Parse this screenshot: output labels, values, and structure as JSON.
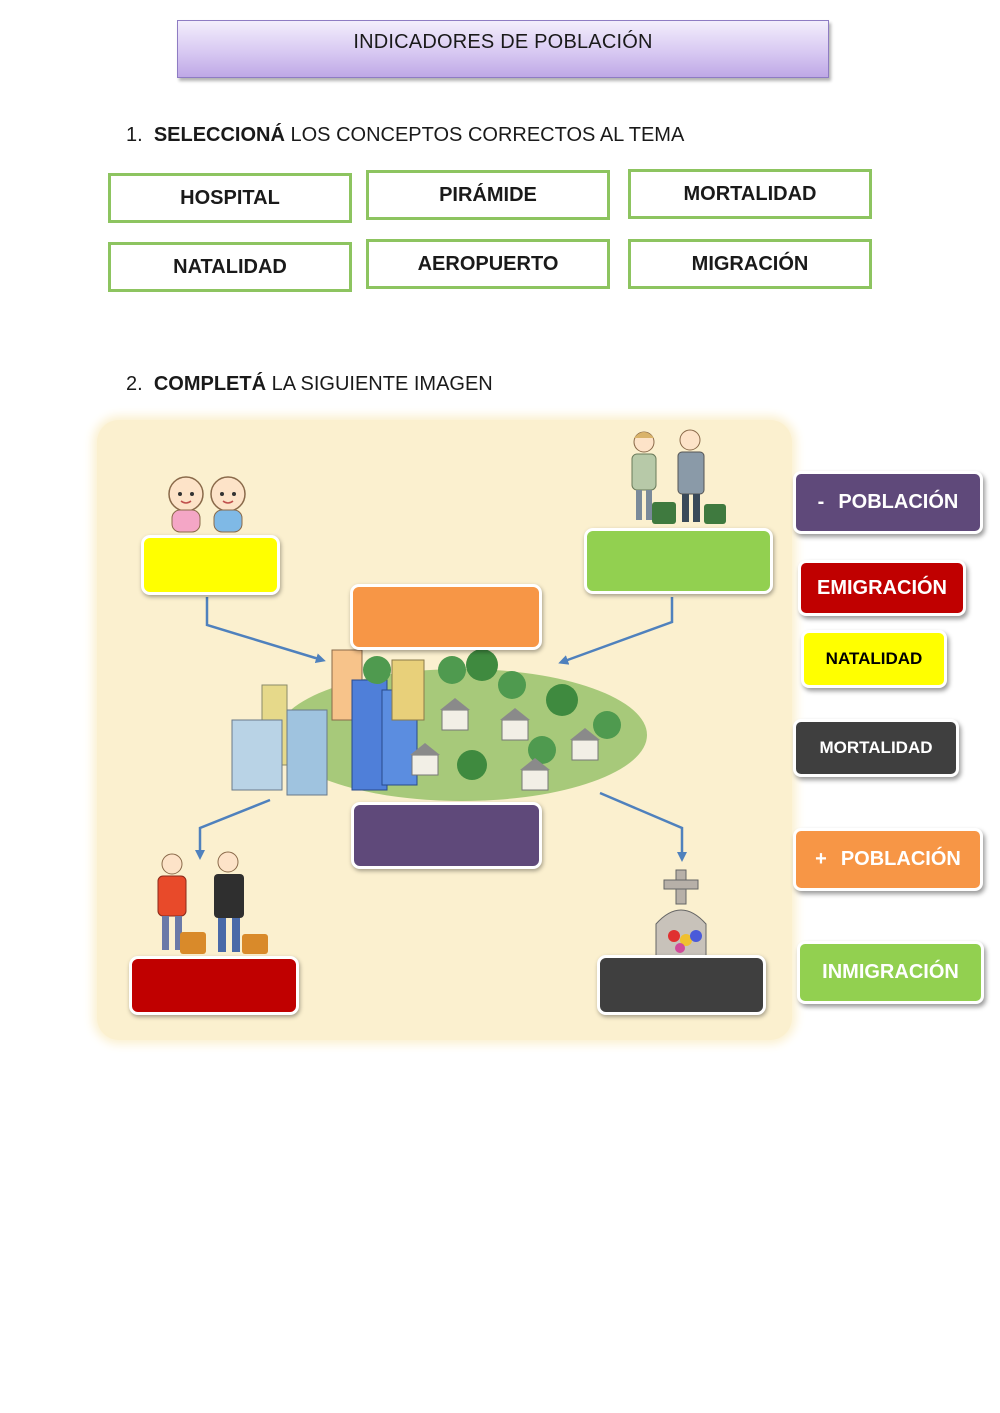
{
  "title": "INDICADORES DE POBLACIÓN",
  "q1": {
    "number": "1.",
    "bold": "SELECCIONÁ",
    "rest": " LOS CONCEPTOS CORRECTOS AL TEMA",
    "options": [
      "HOSPITAL",
      "PIRÁMIDE",
      "MORTALIDAD",
      "NATALIDAD",
      "AEROPUERTO",
      "MIGRACIÓN"
    ]
  },
  "q2": {
    "number": "2.",
    "bold": "COMPLETÁ",
    "rest": " LA SIGUIENTE IMAGEN",
    "drop_colors": {
      "natalidad": "#ffff00",
      "inmigracion": "#92d050",
      "mas_poblacion": "#f79646",
      "menos_poblacion": "#5f497a",
      "emigracion": "#c00000",
      "mortalidad": "#3f3f3f"
    },
    "tiles": [
      {
        "sign": "-",
        "label": "POBLACIÓN",
        "color": "#5f497a"
      },
      {
        "sign": "",
        "label": "EMIGRACIÓN",
        "color": "#c00000"
      },
      {
        "sign": "",
        "label": "NATALIDAD",
        "color": "#ffff00",
        "text_color": "#000000"
      },
      {
        "sign": "",
        "label": "MORTALIDAD",
        "color": "#3f3f3f"
      },
      {
        "sign": "+",
        "label": "POBLACIÓN",
        "color": "#f79646"
      },
      {
        "sign": "",
        "label": "INMIGRACIÓN",
        "color": "#92d050"
      }
    ]
  }
}
